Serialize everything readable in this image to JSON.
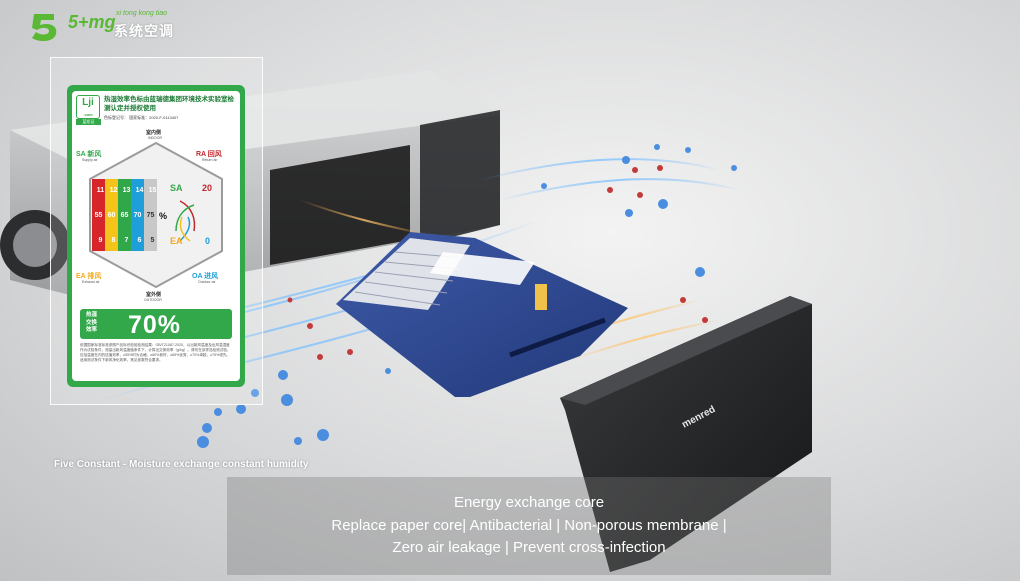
{
  "brand": {
    "logo_text": "5+mg",
    "pinyin": "xi tong kong tiao",
    "name": "系统空调",
    "accent": "#59b934"
  },
  "certificate": {
    "logo": "Lji",
    "logo_sub": ".com",
    "logo_bar": "蓝炬证",
    "title": "热湿效率色标由蓝瑞德集团环境技术实验室检测认定并授权使用",
    "code": "色标登记号：  国家标准：2020-F-0113407",
    "indoor": "室内侧",
    "indoor_en": "INDOOR",
    "outdoor": "室外侧",
    "outdoor_en": "OUTDOOR",
    "sa": "SA 新风",
    "sa_en": "Supply air",
    "ra": "RA 回风",
    "ra_en": "Return air",
    "ea": "EA 排风",
    "ea_en": "Exhaust air",
    "oa": "OA 进风",
    "oa_en": "Outdoor air",
    "row1": [
      "11",
      "12",
      "13",
      "14",
      "15"
    ],
    "row2": [
      "55",
      "60",
      "65",
      "70",
      "75"
    ],
    "row3": [
      "9",
      "8",
      "7",
      "6",
      "5"
    ],
    "percent": "%",
    "flow_sa": "SA",
    "flow_ea": "EA",
    "flow_20": "20",
    "flow_0": "0",
    "eff_label_1": "热湿",
    "eff_label_2": "交换",
    "eff_label_3": "效率",
    "eff_value": "70%",
    "note": "依据国家标准标准参照产品标识检验检测结果：GB/T21087-2020，以出新风温度及出风温湿度作为试验条件，测量出新风温度值条件下，计算出交换效率（g/kg）。请勿在该样品检测试验，包括温度在内的焓值效率，≥55%时为合格，≥60%良好，≥65%优秀，≥70%卓越，≥75%领先。适用测试条件下新风净化效率，常见参数符合要求。",
    "green": "#33a84b"
  },
  "subtitle": "Five Constant - Moisture exchange constant humidity",
  "caption": {
    "line1": "Energy exchange core",
    "line2": "Replace paper core| Antibacterial | Non-porous membrane |",
    "line3": "Zero air leakage | Prevent cross-infection"
  },
  "panel_logo": "menred"
}
